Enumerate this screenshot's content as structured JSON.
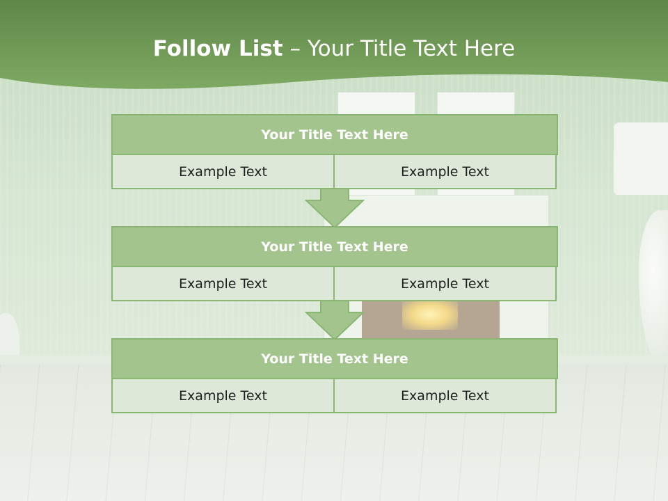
{
  "header": {
    "title_bold": "Follow List",
    "title_rest": "  – Your Title Text Here"
  },
  "colors": {
    "header_green": "#6f9a55",
    "box_title_fill": "#a3c48d",
    "box_cell_fill": "#dde8d8",
    "box_border": "#8ab673",
    "arrow_fill": "#a3c48d"
  },
  "flow": [
    {
      "title": "Your Title Text Here",
      "cells": [
        "Example Text",
        "Example Text"
      ]
    },
    {
      "title": "Your Title Text Here",
      "cells": [
        "Example Text",
        "Example Text"
      ]
    },
    {
      "title": "Your Title Text Here",
      "cells": [
        "Example Text",
        "Example Text"
      ]
    }
  ],
  "icons": [
    "down-arrow-icon",
    "down-arrow-icon"
  ]
}
